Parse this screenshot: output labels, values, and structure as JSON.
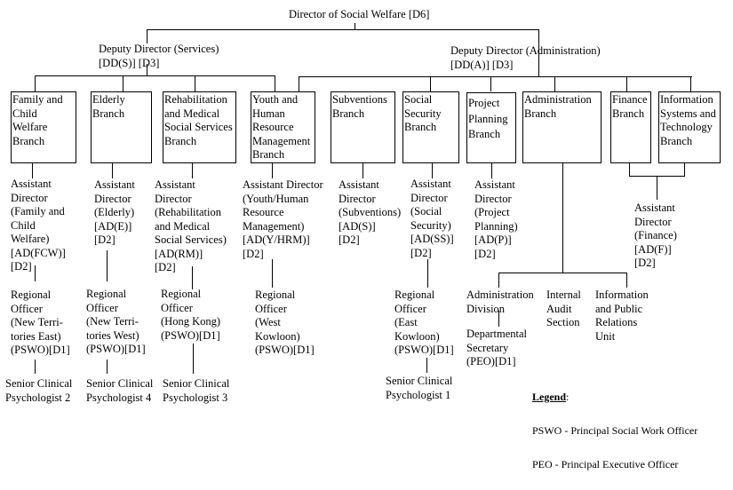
{
  "title": "Social Welfare Department Organisation Chart",
  "director": "Director of Social Welfare [D6]",
  "deputies": {
    "services": "Deputy Director (Services)\n[DD(S)] [D3]",
    "administration": "Deputy Director (Administration)\n[DD(A)] [D3]"
  },
  "branches": [
    {
      "name": "Family and\nChild\nWelfare\nBranch"
    },
    {
      "name": "Elderly\nBranch"
    },
    {
      "name": "Rehabilitation\nand Medical\nSocial Services\nBranch"
    },
    {
      "name": "Youth and\nHuman\nResource\nManagement\nBranch"
    },
    {
      "name": "Subventions\nBranch"
    },
    {
      "name": "Social\nSecurity\nBranch"
    },
    {
      "name": "Project\nPlanning\nBranch"
    },
    {
      "name": "Administration\nBranch"
    },
    {
      "name": "Finance\nBranch"
    },
    {
      "name": "Information\nSystems and\nTechnology\nBranch"
    }
  ],
  "assistant_directors": [
    "Assistant\nDirector\n(Family and\nChild\nWelfare)\n[AD(FCW)]\n[D2]",
    "Assistant\nDirector\n(Elderly)\n[AD(E)]\n[D2]",
    "Assistant\nDirector\n(Rehabilitation\nand Medical\nSocial Services)\n[AD(RM)]\n[D2]",
    "Assistant Director\n(Youth/Human\nResource\nManagement)\n[AD(Y/HRM)]\n[D2]",
    "Assistant\nDirector\n(Subventions)\n[AD(S)]\n[D2]",
    "Assistant\nDirector\n(Social\nSecurity)\n[AD(SS)]\n[D2]",
    "Assistant\nDirector\n(Project\nPlanning)\n[AD(P)]\n[D2]",
    "Assistant\nDirector\n(Finance)\n[AD(F)]\n[D2]"
  ],
  "regional_officers": [
    "Regional\nOfficer\n(New Terri-\ntories East)\n(PSWO)[D1]",
    "Regional\nOfficer\n(New Terri-\ntories West)\n(PSWO)[D1]",
    "Regional\nOfficer\n(Hong Kong)\n(PSWO)[D1]",
    "Regional\nOfficer\n(West\nKowloon)\n(PSWO)[D1]",
    "Regional\nOfficer\n(East\nKowloon)\n(PSWO)[D1]"
  ],
  "psychologists": [
    "Senior Clinical\nPsychologist 2",
    "Senior Clinical\nPsychologist 4",
    "Senior Clinical\nPsychologist 3",
    "Senior Clinical\nPsychologist 1"
  ],
  "admin_units": [
    "Administration\nDivision",
    "Internal\nAudit\nSection",
    "Information\nand Public\nRelations\nUnit"
  ],
  "departmental_secretary": "Departmental\nSecretary\n(PEO)[D1]",
  "legend": {
    "title": "Legend",
    "colon": ":",
    "items": [
      "PSWO - Principal Social Work Officer",
      "PEO - Principal Executive Officer"
    ]
  }
}
